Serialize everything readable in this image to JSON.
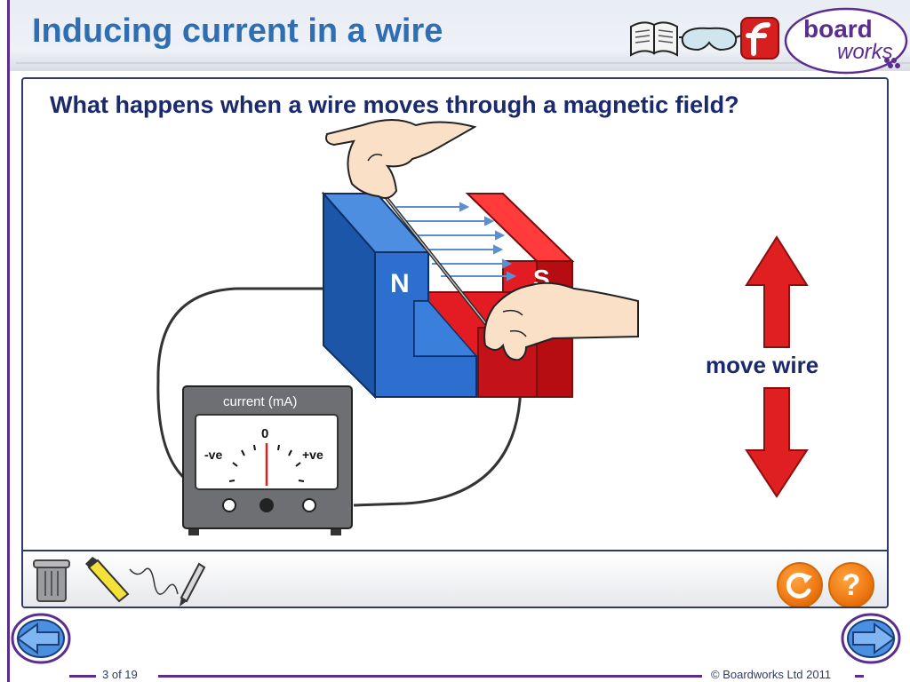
{
  "header": {
    "title": "Inducing current in a wire",
    "icons": [
      "book-icon",
      "goggles-icon",
      "flash-icon"
    ],
    "logo": {
      "text_top": "board",
      "text_bottom": "works"
    }
  },
  "main": {
    "question": "What happens when a wire moves through a magnetic field?",
    "magnet": {
      "north_label": "N",
      "south_label": "S"
    },
    "meter": {
      "title": "current (mA)",
      "zero_label": "0",
      "negative_label": "-ve",
      "positive_label": "+ve"
    },
    "move_label": "move wire"
  },
  "toolbar": {
    "tools": [
      "trash-icon",
      "highlighter-icon",
      "pen-icon"
    ],
    "buttons": [
      "restart-button",
      "help-button"
    ],
    "help_symbol": "?"
  },
  "footer": {
    "page": "3 of 19",
    "copyright": "© Boardworks Ltd 2011"
  },
  "colors": {
    "title": "#2f6eb3",
    "north": "#1f5fb4",
    "south": "#d4131b",
    "arrow": "#e02020",
    "frame": "#5b2d8f",
    "button": "#ee7712"
  }
}
